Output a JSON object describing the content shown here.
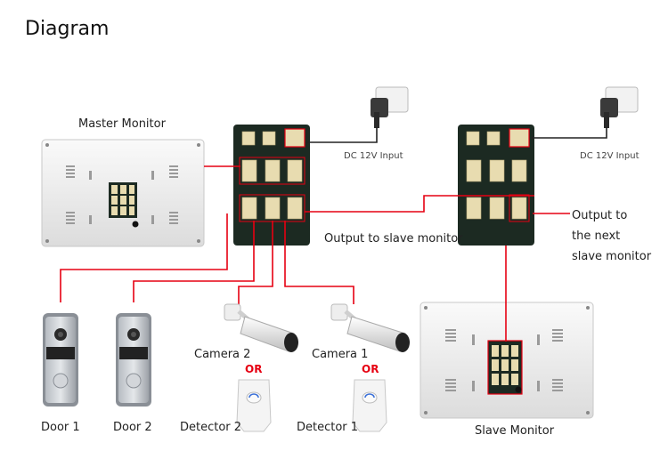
{
  "title": "Diagram",
  "labels": {
    "master_monitor": "Master Monitor",
    "slave_monitor": "Slave Monitor",
    "dc_input_left": "DC 12V Input",
    "dc_input_right": "DC 12V Input",
    "output_to_slave": "Output to slave monitor",
    "output_next_line1": "Output to",
    "output_next_line2": "the next",
    "output_next_line3": "slave monitor",
    "camera2": "Camera 2",
    "camera1": "Camera 1",
    "or_left": "OR",
    "or_right": "OR",
    "door1": "Door 1",
    "door2": "Door 2",
    "detector2": "Detector 2",
    "detector1": "Detector 1"
  },
  "colors": {
    "wire": "#e60012",
    "cable": "#222222",
    "board": "#1c2a22",
    "connector": "#e8dcb0",
    "monitor": "#eeeeee",
    "door_panel": "#8a8f96"
  }
}
